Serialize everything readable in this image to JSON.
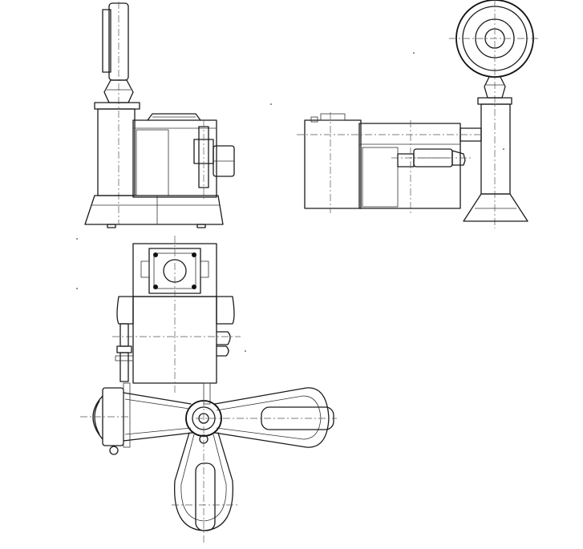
{
  "drawing": {
    "views": [
      "front-view",
      "side-view",
      "top-view"
    ],
    "line_color": "#1a1a1a",
    "background": "#ffffff"
  }
}
